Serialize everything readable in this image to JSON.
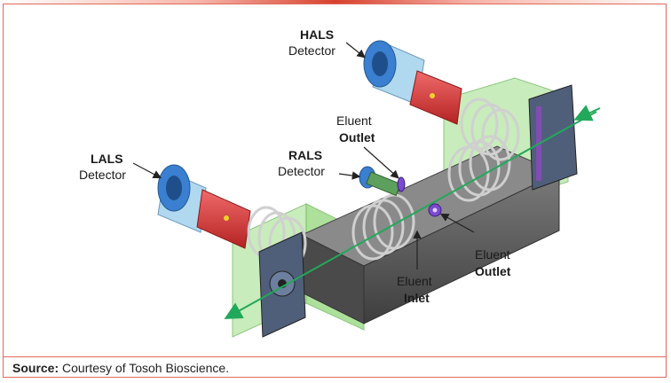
{
  "labels": {
    "hals_1": "HALS",
    "hals_2": "Detector",
    "lals_1": "LALS",
    "lals_2": "Detector",
    "rals_1": "RALS",
    "rals_2": "Detector",
    "outlet_top_1": "Eluent",
    "outlet_top_2": "Outlet",
    "outlet_right_1": "Eluent",
    "outlet_right_2": "Outlet",
    "inlet_1": "Eluent",
    "inlet_2": "Inlet"
  },
  "source": {
    "label": "Source:",
    "text": "Courtesy of Tosoh Bioscience."
  },
  "colors": {
    "frame": "#e06a5a",
    "laser": "#22a85a",
    "housing": "#5b5b5b",
    "mount": "#9fdc8a",
    "coil": "#d93a3a",
    "lens": "#3a7fd0"
  }
}
